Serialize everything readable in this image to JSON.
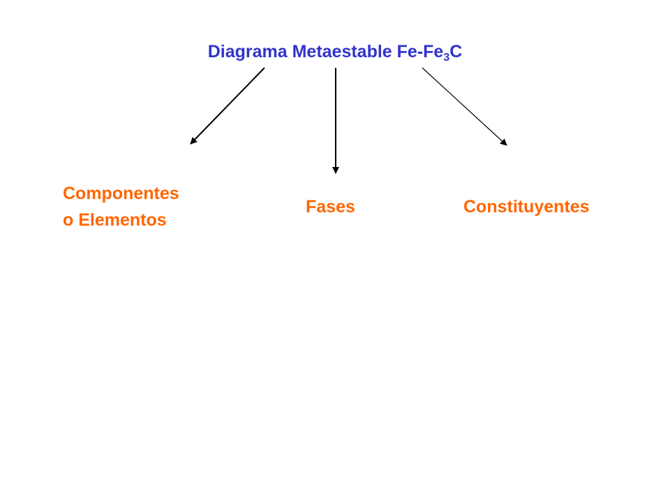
{
  "title": {
    "prefix": "Diagrama Metaestable Fe-Fe",
    "subscript": "3",
    "suffix": "C"
  },
  "nodes": {
    "components": {
      "line1": "Componentes",
      "line2": "o Elementos"
    },
    "phases": {
      "label": "Fases"
    },
    "constituents": {
      "label": "Constituyentes"
    }
  },
  "colors": {
    "title": "#3333cc",
    "nodes": "#ff6600",
    "arrows": "#000000"
  }
}
